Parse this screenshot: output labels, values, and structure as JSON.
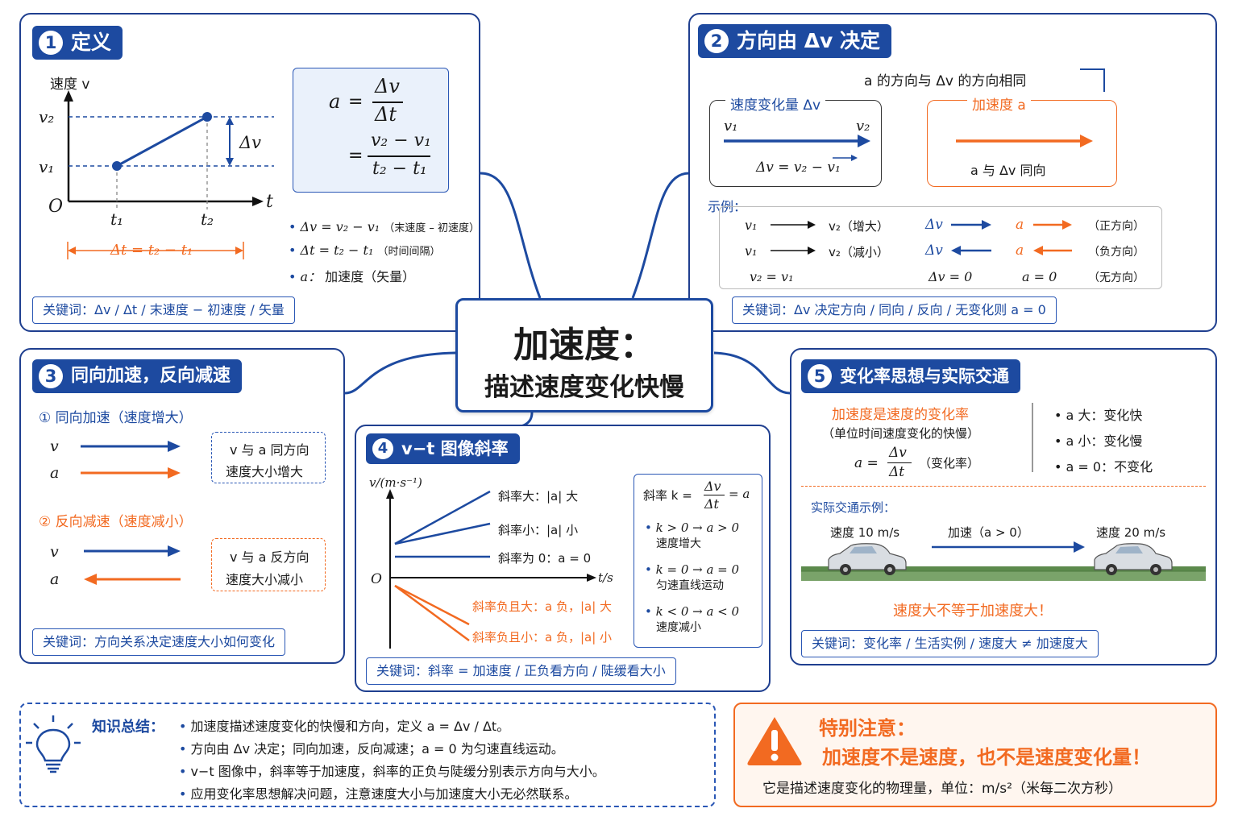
{
  "colors": {
    "blue": "#1d4aa0",
    "orange": "#f26a21"
  },
  "center": {
    "title": "加速度：",
    "subtitle": "描述速度变化快慢"
  },
  "p1": {
    "num": "1",
    "title": "定义",
    "graph": {
      "y_label": "速度 v",
      "v2": "v₂",
      "v1": "v₁",
      "origin": "O",
      "t_axis": "t",
      "t1": "t₁",
      "t2": "t₂",
      "dv": "Δv",
      "dt": "Δt = t₂ − t₁"
    },
    "formula": {
      "a": "a",
      "eq": "=",
      "dv": "Δv",
      "dt": "Δt",
      "num2": "v₂ − v₁",
      "den2": "t₂ − t₁"
    },
    "bullets": [
      {
        "main": "Δv = v₂ − v₁",
        "note": "（末速度 – 初速度）"
      },
      {
        "main": "Δt = t₂ − t₁",
        "note": "（时间间隔）"
      },
      {
        "main": "a：",
        "note": "加速度（矢量）"
      }
    ],
    "keywords": "关键词：Δv / Δt / 末速度 − 初速度 / 矢量"
  },
  "p2": {
    "num": "2",
    "title": "方向由 Δv 决定",
    "statement": "a 的方向与 Δv 的方向相同",
    "box1": {
      "label": "速度变化量 Δv",
      "v1": "v₁",
      "v2": "v₂",
      "formula": "Δv = v₂ − v₁"
    },
    "box2": {
      "label": "加速度 a",
      "caption": "a 与 Δv 同向"
    },
    "example_label": "示例：",
    "rows": [
      {
        "from": "v₁",
        "to": "v₂（增大）",
        "dv": "Δv",
        "a": "a",
        "dir": "（正方向）"
      },
      {
        "from": "v₁",
        "to": "v₂（减小）",
        "dv": "Δv",
        "a": "a",
        "dir": "（负方向）"
      },
      {
        "from": "v₂ = v₁",
        "to": "",
        "dv": "Δv = 0",
        "a": "a = 0",
        "dir": "（无方向）"
      }
    ],
    "keywords": "关键词：Δv 决定方向 / 同向 / 反向 / 无变化则 a = 0"
  },
  "p3": {
    "num": "3",
    "title": "同向加速，反向减速",
    "case1": {
      "title": "① 同向加速（速度增大）",
      "v": "v",
      "a": "a",
      "note1": "v 与 a 同方向",
      "note2": "速度大小增大"
    },
    "case2": {
      "title": "② 反向减速（速度减小）",
      "v": "v",
      "a": "a",
      "note1": "v 与 a 反方向",
      "note2": "速度大小减小"
    },
    "keywords": "关键词：方向关系决定速度大小如何变化"
  },
  "p4": {
    "num": "4",
    "title": "v−t 图像斜率",
    "y_label": "v/(m·s⁻¹)",
    "origin": "O",
    "t_label": "t/s",
    "lines": [
      "斜率大：|a| 大",
      "斜率小：|a| 小",
      "斜率为 0：a = 0",
      "斜率负且大：a 负，|a| 大",
      "斜率负且小：a 负，|a| 小"
    ],
    "box": {
      "slope": "斜率 k =",
      "dv": "Δv",
      "dt": "Δt",
      "eqa": "= a",
      "items": [
        {
          "cond": "k > 0 → a > 0",
          "desc": "速度增大"
        },
        {
          "cond": "k = 0 → a = 0",
          "desc": "匀速直线运动"
        },
        {
          "cond": "k < 0 → a < 0",
          "desc": "速度减小"
        }
      ]
    },
    "keywords": "关键词：斜率 = 加速度 / 正负看方向 / 陡缓看大小"
  },
  "p5": {
    "num": "5",
    "title": "变化率思想与实际交通",
    "rate_title": "加速度是速度的变化率",
    "rate_sub": "（单位时间速度变化的快慢）",
    "rate_formula": {
      "a": "a =",
      "dv": "Δv",
      "dt": "Δt",
      "note": "（变化率）"
    },
    "bullets": [
      "a 大：变化快",
      "a 小：变化慢",
      "a = 0：不变化"
    ],
    "example_title": "实际交通示例：",
    "speed1": "速度 10 m/s",
    "accel": "加速（a > 0）",
    "speed2": "速度 20 m/s",
    "warning": "速度大不等于加速度大！",
    "keywords": "关键词：变化率 / 生活实例 / 速度大 ≠ 加速度大"
  },
  "summary": {
    "title": "知识总结：",
    "items": [
      "加速度描述速度变化的快慢和方向，定义 a = Δv / Δt。",
      "方向由 Δv 决定；同向加速，反向减速；a = 0 为匀速直线运动。",
      "v−t 图像中，斜率等于加速度，斜率的正负与陡缓分别表示方向与大小。",
      "应用变化率思想解决问题，注意速度大小与加速度大小无必然联系。"
    ]
  },
  "note": {
    "title": "特别注意：",
    "main": "加速度不是速度，也不是速度变化量！",
    "sub": "它是描述速度变化的物理量，单位：m/s²（米每二次方秒）"
  }
}
